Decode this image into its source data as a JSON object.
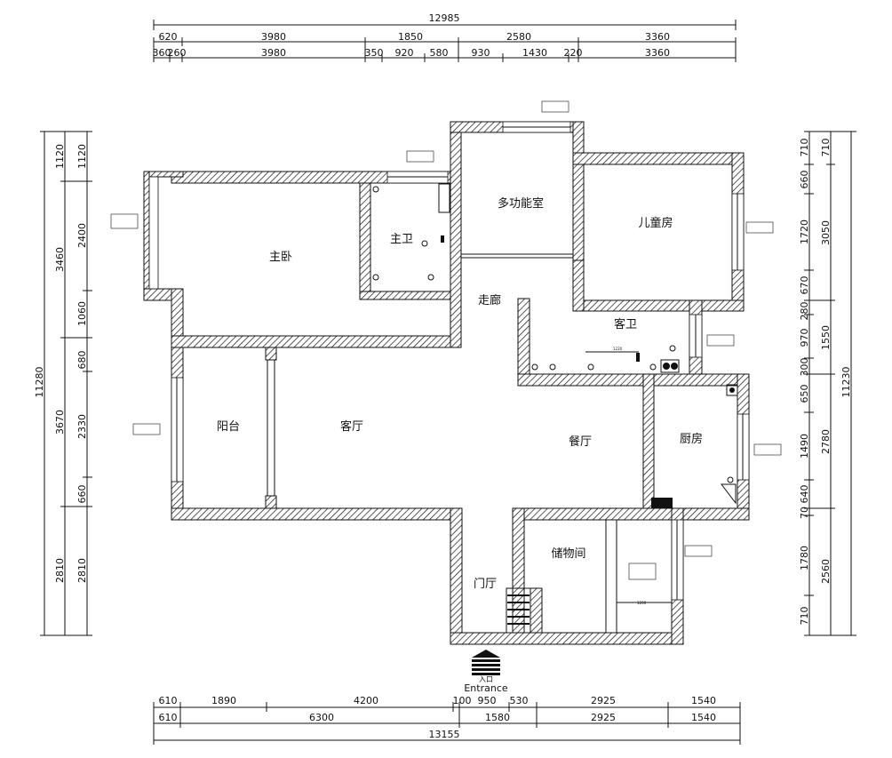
{
  "dimensions": {
    "top_total": "12985",
    "top_row1": [
      "620",
      "3980",
      "1850",
      "2580",
      "3360"
    ],
    "top_row2": [
      "360",
      "260",
      "3980",
      "350",
      "920",
      "580",
      "930",
      "1430",
      "220",
      "3360"
    ],
    "bottom_row1": [
      "610",
      "1890",
      "4200",
      "100",
      "950",
      "530",
      "2925",
      "1540"
    ],
    "bottom_row2": [
      "610",
      "6300",
      "1580",
      "2925",
      "1540"
    ],
    "bottom_total": "13155",
    "left_total": "11280",
    "left_col2": [
      "1120",
      "3460",
      "3670",
      "2810"
    ],
    "left_col3": [
      "1120",
      "2400",
      "1060",
      "680",
      "2330",
      "660",
      "2810"
    ],
    "right_col1": [
      "710",
      "660",
      "1720",
      "670",
      "280",
      "970",
      "300",
      "650",
      "1490",
      "640",
      "70",
      "1780",
      "710"
    ],
    "right_col2": [
      "710",
      "3050",
      "1550",
      "2780",
      "2560"
    ],
    "right_total": "11230"
  },
  "rooms": {
    "master_bedroom": "主卧",
    "master_bath": "主卫",
    "multi_room": "多功能室",
    "kids_room": "儿童房",
    "corridor": "走廊",
    "guest_bath": "客卫",
    "balcony": "阳台",
    "living": "客厅",
    "dining": "餐厅",
    "kitchen": "厨房",
    "storage": "储物间",
    "foyer": "门厅"
  },
  "entrance": {
    "cn": "入口",
    "en": "Entrance"
  },
  "notes": {
    "dim_1220": "1220",
    "dim_1200": "1200"
  }
}
